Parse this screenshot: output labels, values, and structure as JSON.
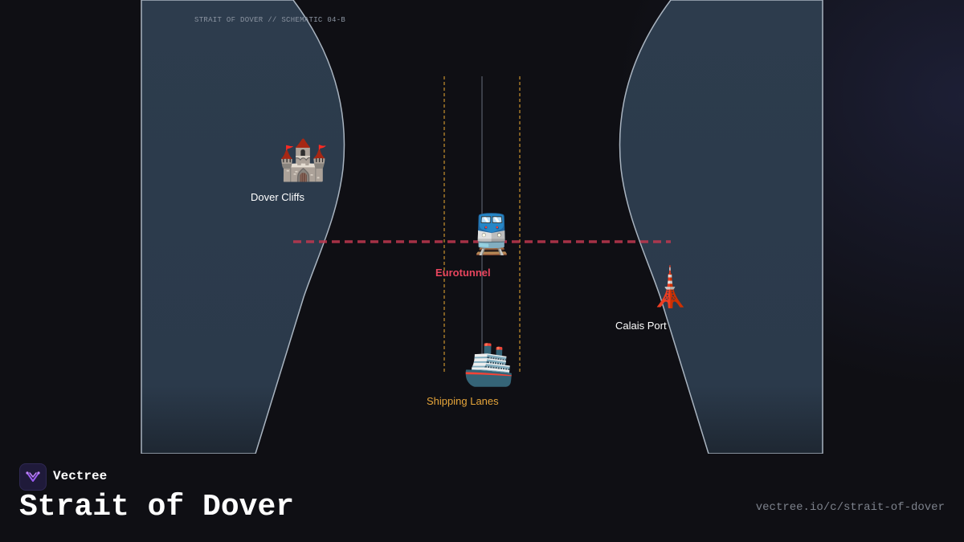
{
  "schematic_caption": "STRAIT OF DOVER // SCHEMATIC 04-B",
  "markers": {
    "dover": {
      "icon": "castle-icon",
      "glyph": "🏰",
      "label": "Dover Cliffs"
    },
    "eurotunnel": {
      "icon": "train-icon",
      "glyph": "🚆",
      "label": "Eurotunnel"
    },
    "calais": {
      "icon": "tower-icon",
      "glyph": "🗼",
      "label": "Calais Port"
    },
    "shipping": {
      "icon": "ship-icon",
      "glyph": "🚢",
      "label": "Shipping Lanes"
    }
  },
  "brand": {
    "name": "Vectree",
    "icon": "vectree-logo-icon"
  },
  "title": "Strait of Dover",
  "url": "vectree.io/c/strait-of-dover",
  "colors": {
    "land": "#2c3b4c",
    "coast": "#a9b4c0",
    "tunnel": "#c0384f",
    "lane": "#c9922e",
    "label_red": "#e8455e",
    "label_amber": "#e6a53a",
    "background": "#0f0f14"
  }
}
